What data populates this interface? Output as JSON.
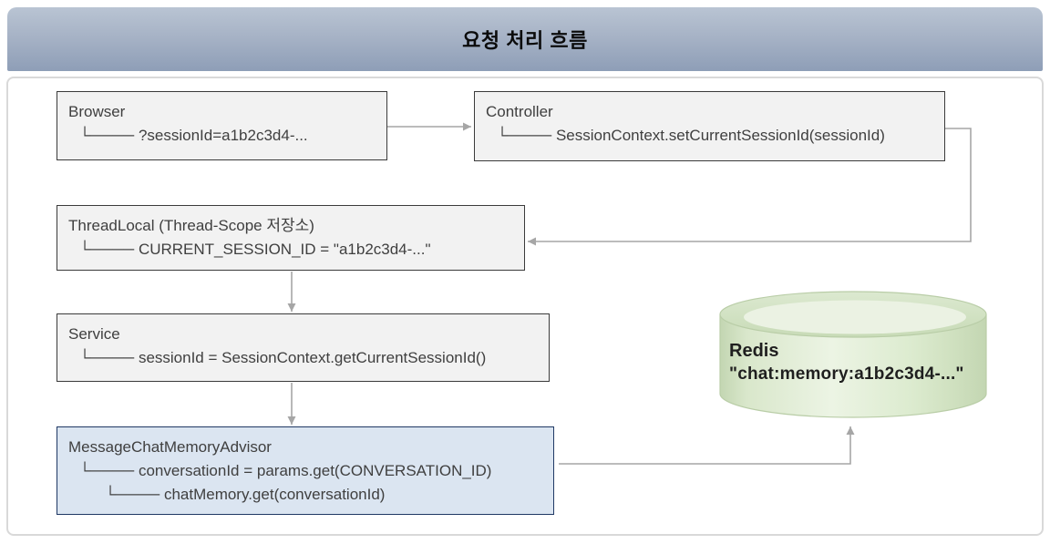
{
  "header": {
    "title": "요청 처리 흐름"
  },
  "diagram": {
    "browser": {
      "title": "Browser",
      "line1": "└──── ?sessionId=a1b2c3d4-..."
    },
    "controller": {
      "title": "Controller",
      "line1": "└──── SessionContext.setCurrentSessionId(sessionId)"
    },
    "threadlocal": {
      "title": "ThreadLocal (Thread-Scope 저장소)",
      "line1": "└──── CURRENT_SESSION_ID = \"a1b2c3d4-...\""
    },
    "service": {
      "title": "Service",
      "line1": "└──── sessionId = SessionContext.getCurrentSessionId()"
    },
    "advisor": {
      "title": "MessageChatMemoryAdvisor",
      "line1": "└──── conversationId = params.get(CONVERSATION_ID)",
      "line2": "└──── chatMemory.get(conversationId)"
    },
    "redis": {
      "title": "Redis",
      "key": "\"chat:memory:a1b2c3d4-...\""
    }
  },
  "colors": {
    "header_gradient_top": "#b9c4d3",
    "header_gradient_bottom": "#8e9eb7",
    "box_fill": "#f2f2f2",
    "box_border": "#3b3b3b",
    "advisor_fill": "#dbe5f1",
    "advisor_border": "#1f3864",
    "arrow": "#a6a6a6",
    "cylinder_edge": "#c3d6b2",
    "cylinder_center": "#ecf4e4",
    "cylinder_inner_top": "#ebf2e3"
  }
}
